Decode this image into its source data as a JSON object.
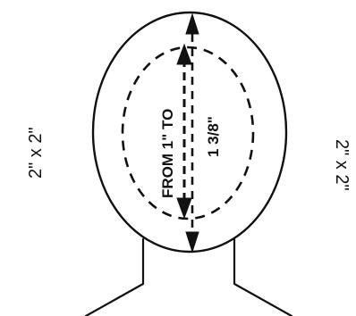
{
  "labels": {
    "left_size": "2\" x 2\"",
    "right_size": "2\" x 2\"",
    "measure_from": "FROM 1\" TO",
    "measure_to": "1 3/8\""
  },
  "colors": {
    "stroke": "#111111",
    "background": "#ffffff"
  }
}
